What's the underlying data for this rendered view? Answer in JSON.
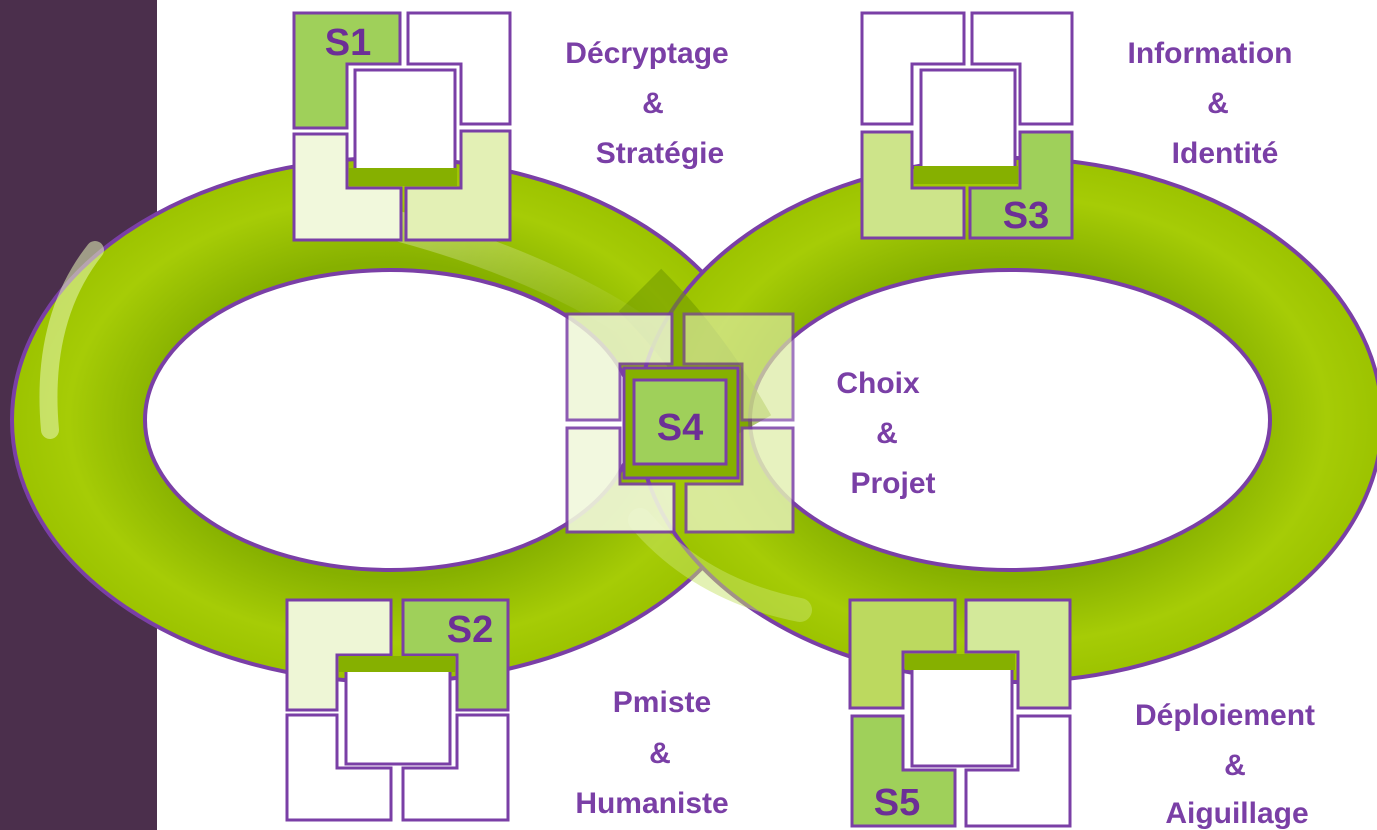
{
  "diagram": {
    "colors": {
      "band": "#4b2f4c",
      "ring": "#9cc300",
      "ring_dark": "#6f9800",
      "outline": "#7a3fa6",
      "tile_green": "#9fd05a",
      "tile_pale": "#eef6d8",
      "text": "#7a3fa6"
    },
    "center_label": {
      "line1": "Choix",
      "line2": "&",
      "line3": "Projet"
    },
    "stages": [
      {
        "badge": "S1",
        "line1": "Décryptage",
        "line2": "&",
        "line3": "Stratégie"
      },
      {
        "badge": "S2",
        "line1": "Pmiste",
        "line2": "&",
        "line3": "Humaniste"
      },
      {
        "badge": "S3",
        "line1": "Information",
        "line2": "&",
        "line3": "Identité"
      },
      {
        "badge": "S4"
      },
      {
        "badge": "S5",
        "line1": "Déploiement",
        "line2": "&",
        "line3": "Aiguillage"
      }
    ]
  }
}
